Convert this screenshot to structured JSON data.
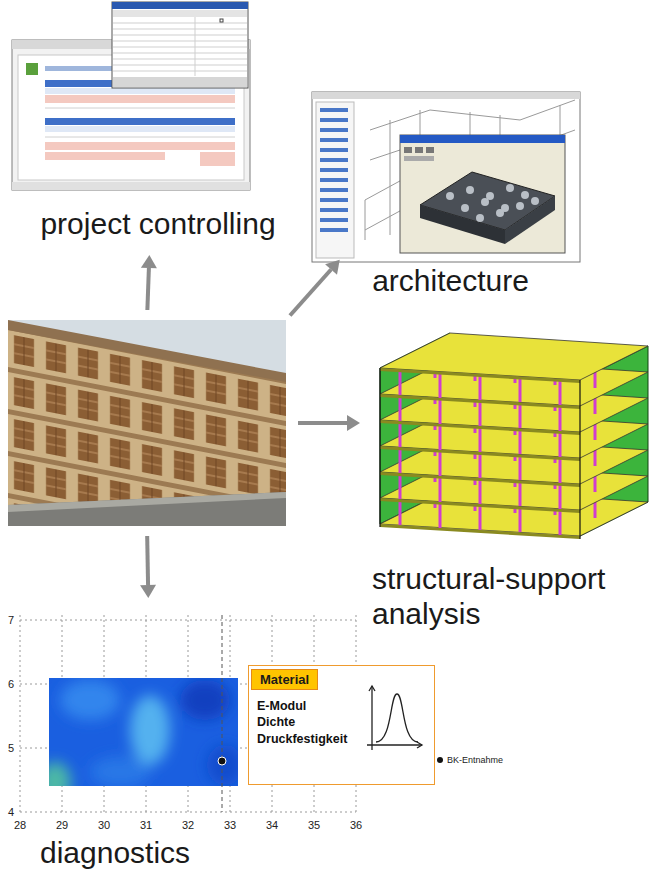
{
  "diagram": {
    "nodes": [
      {
        "text": [
          "project controlling"
        ]
      },
      {
        "text": [
          "architecture"
        ]
      },
      {
        "text": []
      },
      {
        "text": [
          "structural-support analysis"
        ]
      },
      {
        "text": [
          "diagnostics"
        ]
      },
      {
        "text": [
          "Material",
          "E-Modul",
          "Dichte",
          "Druckfestigkeit"
        ],
        "in": 4
      }
    ],
    "edges": [
      {
        "from": 2,
        "to": 0,
        "arrow": "to"
      },
      {
        "from": 2,
        "to": 1,
        "arrow": "to"
      },
      {
        "from": 2,
        "to": 3,
        "arrow": "to"
      },
      {
        "from": 2,
        "to": 4,
        "arrow": "to"
      }
    ],
    "labels": [
      "7",
      "6",
      "5",
      "4",
      "28",
      "29",
      "30",
      "31",
      "32",
      "33",
      "34",
      "35",
      "36",
      "BK-Entnahme"
    ]
  }
}
